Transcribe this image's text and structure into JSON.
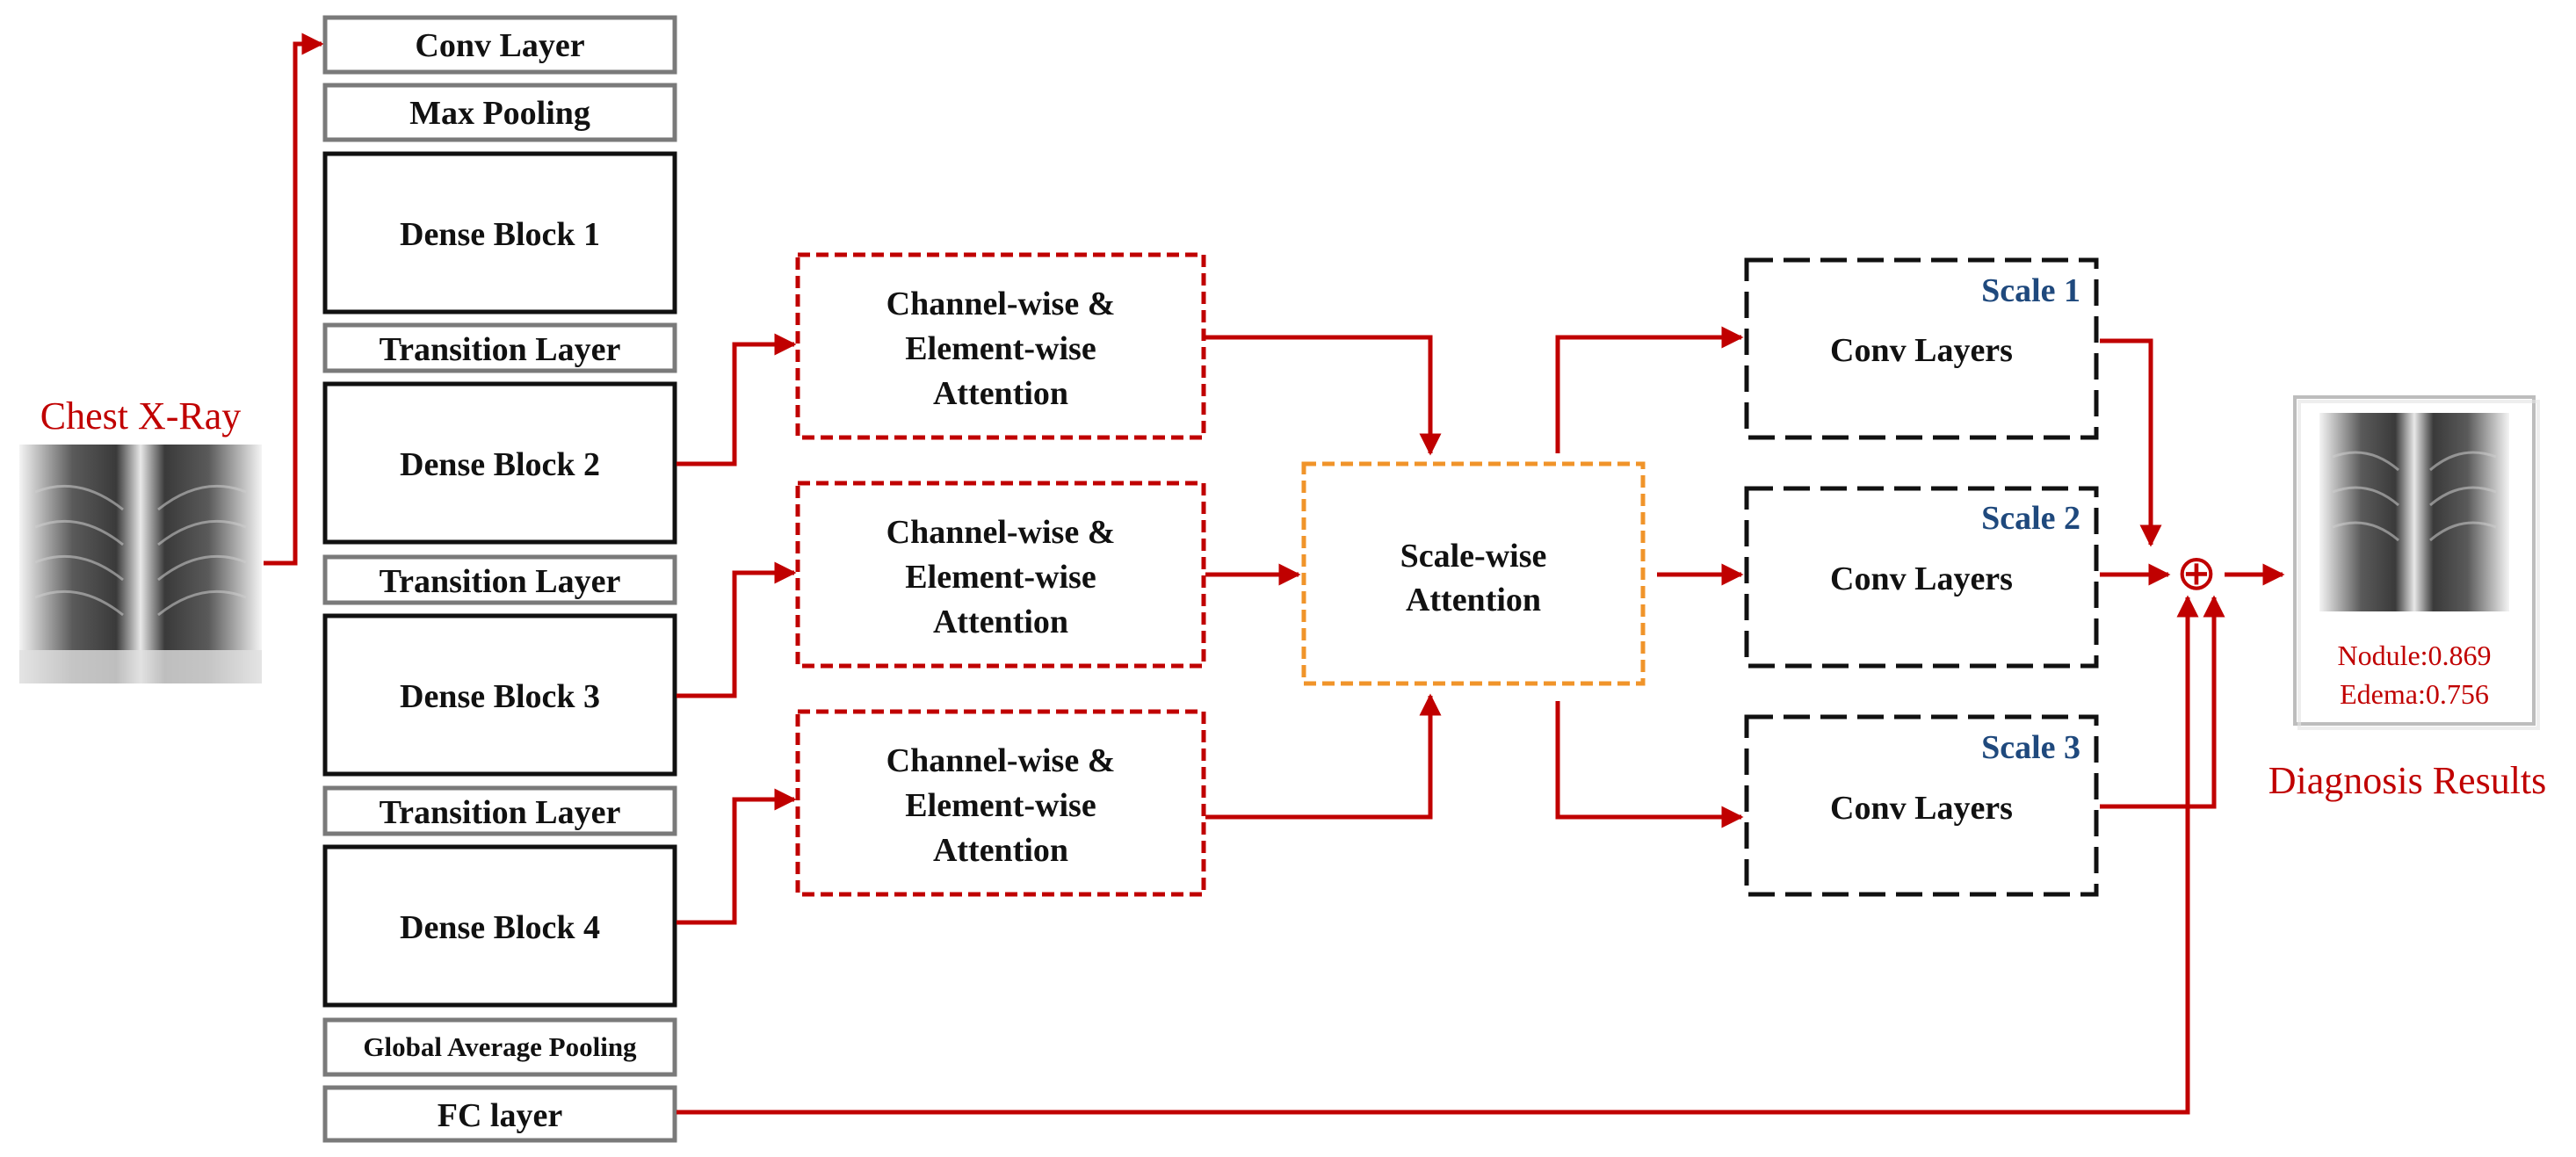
{
  "input_label": "Chest X-Ray",
  "backbone": {
    "conv_layer": "Conv Layer",
    "max_pooling": "Max Pooling",
    "dense_block_1": "Dense Block 1",
    "transition_1": "Transition Layer",
    "dense_block_2": "Dense Block 2",
    "transition_2": "Transition Layer",
    "dense_block_3": "Dense Block 3",
    "transition_3": "Transition Layer",
    "dense_block_4": "Dense Block 4",
    "global_avg_pooling": "Global Average Pooling",
    "fc_layer": "FC layer"
  },
  "attention_modules": [
    {
      "line1": "Channel-wise &",
      "line2": "Element-wise",
      "line3": "Attention"
    },
    {
      "line1": "Channel-wise &",
      "line2": "Element-wise",
      "line3": "Attention"
    },
    {
      "line1": "Channel-wise &",
      "line2": "Element-wise",
      "line3": "Attention"
    }
  ],
  "scale_attention": {
    "line1": "Scale-wise",
    "line2": "Attention"
  },
  "scales": [
    {
      "tag": "Scale 1",
      "label": "Conv Layers"
    },
    {
      "tag": "Scale 2",
      "label": "Conv Layers"
    },
    {
      "tag": "Scale 3",
      "label": "Conv Layers"
    }
  ],
  "fusion_symbol": "⊕",
  "results": {
    "title": "Diagnosis Results",
    "line1": "Nodule:0.869",
    "line2": "Edema:0.756"
  },
  "colors": {
    "arrow": "#c00000",
    "attention_border": "#c00000",
    "scale_attention_border": "#f0942a",
    "scale_tag": "#1f497d"
  }
}
